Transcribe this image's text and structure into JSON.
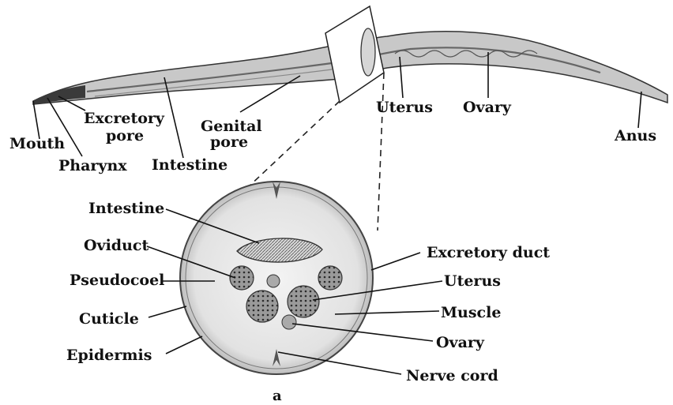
{
  "worm_labels": {
    "mouth": "Mouth",
    "excretory_pore_line1": "Excretory",
    "excretory_pore_line2": "pore",
    "pharynx": "Pharynx",
    "intestine": "Intestine",
    "genital_pore_line1": "Genital",
    "genital_pore_line2": "pore",
    "uterus": "Uterus",
    "ovary": "Ovary",
    "anus": "Anus"
  },
  "section_labels": {
    "intestine": "Intestine",
    "oviduct": "Oviduct",
    "pseudocoel": "Pseudocoel",
    "cuticle": "Cuticle",
    "epidermis": "Epidermis",
    "excretory_duct": "Excretory duct",
    "uterus": "Uterus",
    "muscle": "Muscle",
    "ovary": "Ovary",
    "nerve_cord": "Nerve cord"
  },
  "caption": "a"
}
